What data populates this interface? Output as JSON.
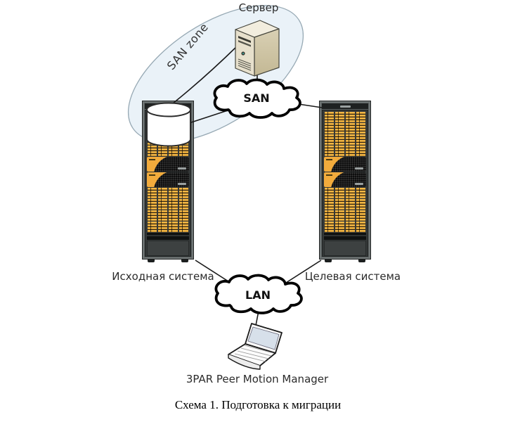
{
  "diagram": {
    "caption": "Схема 1. Подготовка к миграции",
    "labels": {
      "server": "Сервер",
      "san_zone": "SAN zone",
      "san": "SAN",
      "lan": "LAN",
      "source_system": "Исходная система",
      "target_system": "Целевая система",
      "manager": "3PAR Peer Motion Manager"
    },
    "icons": {
      "server_tower": "server-tower-icon",
      "disk_cylinder": "disk-cylinder-icon",
      "san_zone_ellipse": "san-zone-ellipse",
      "san_cloud": "san-cloud-icon",
      "lan_cloud": "lan-cloud-icon",
      "source_rack": "source-storage-rack-icon",
      "target_rack": "target-storage-rack-icon",
      "laptop": "laptop-icon"
    },
    "colors": {
      "background": "#ffffff",
      "san_zone_fill": "#eaf2f8",
      "san_zone_border": "#97a9b4",
      "cloud_fill": "#ffffff",
      "cloud_border": "#000000",
      "connector": "#1a1a1a",
      "drive_yellow": "#f2b041",
      "controller_accent": "#f2ab3c",
      "rack_body": "#343838",
      "server_front": "#e7e0cc",
      "server_side": "#cfc5a6",
      "server_top": "#f2edde",
      "laptop_screen": "#d7e0ea"
    }
  }
}
